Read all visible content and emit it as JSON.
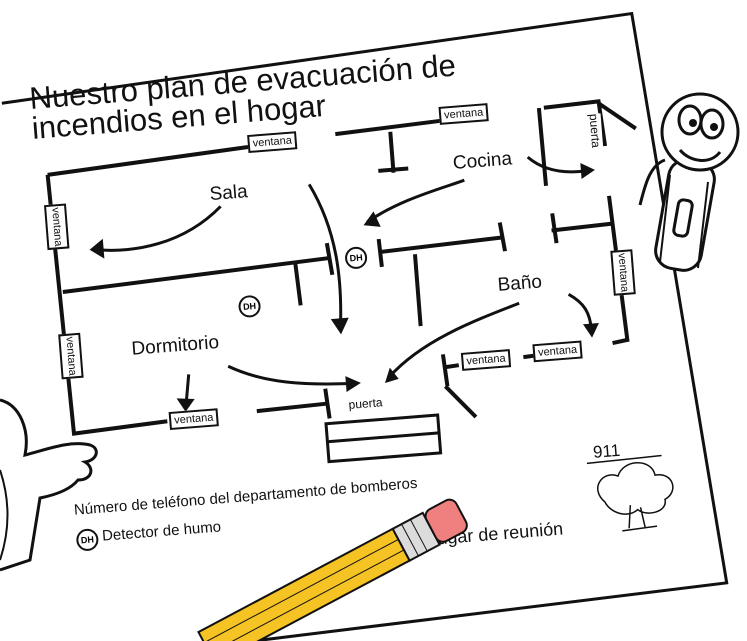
{
  "title": {
    "line1": "Nuestro plan de  evacuación de",
    "line2": "incendios en el hogar"
  },
  "rooms": {
    "sala": "Sala",
    "cocina": "Cocina",
    "dormitorio": "Dormitorio",
    "bano": "Baño"
  },
  "labels": {
    "ventana": "ventana",
    "puerta": "puerta",
    "dh": "DH"
  },
  "footer": {
    "phone_label": "Número de teléfono del departamento de bomberos",
    "phone_number": "911",
    "legend_dh": "Detector de humo",
    "meeting_place": "Lugar de reunión"
  }
}
